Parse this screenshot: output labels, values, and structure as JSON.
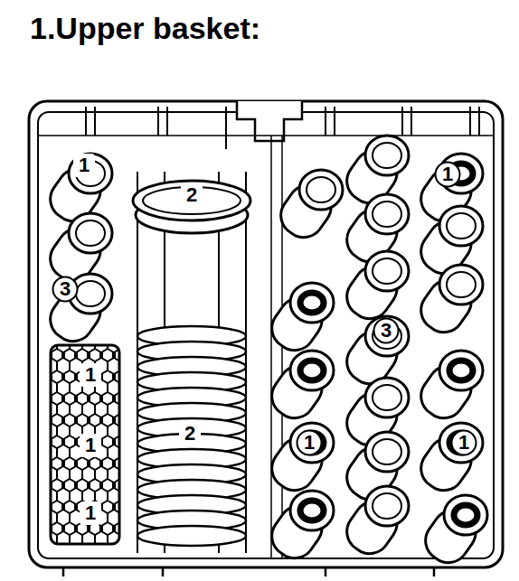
{
  "diagram": {
    "title": "1.Upper basket:",
    "labels": [
      "1",
      "2",
      "1",
      "3",
      "3",
      "1",
      "2",
      "1",
      "1",
      "1",
      "1"
    ]
  }
}
